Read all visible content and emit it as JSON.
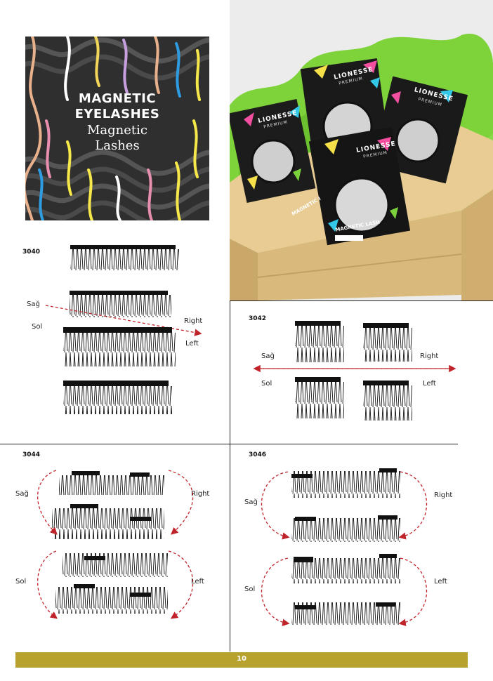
{
  "cover": {
    "line1": "MAGNETIC",
    "line2": "EYELASHES",
    "line3": "Magnetic",
    "line4": "Lashes"
  },
  "photo": {
    "brand": "LIONESSE",
    "sub": "PREMIUM",
    "foot1": "MAGNETIC I",
    "foot2": "MAGNETIC LASH"
  },
  "products": [
    {
      "code": "3040",
      "label_sag": "Sağ",
      "label_sol": "Sol",
      "label_right": "Right",
      "label_left": "Left"
    },
    {
      "code": "3042",
      "label_sag": "Sağ",
      "label_sol": "Sol",
      "label_right": "Right",
      "label_left": "Left"
    },
    {
      "code": "3044",
      "label_sag": "Sağ",
      "label_sol": "Sol",
      "label_right": "Right",
      "label_left": "Left"
    },
    {
      "code": "3046",
      "label_sag": "Sağ",
      "label_sol": "Sol",
      "label_right": "Right",
      "label_left": "Left"
    }
  ],
  "footer": {
    "page_number": "10"
  },
  "colors": {
    "accent_gold": "#b8a22e",
    "arrow_red": "#c0242b",
    "cover_bg": "#3a3a3a"
  }
}
